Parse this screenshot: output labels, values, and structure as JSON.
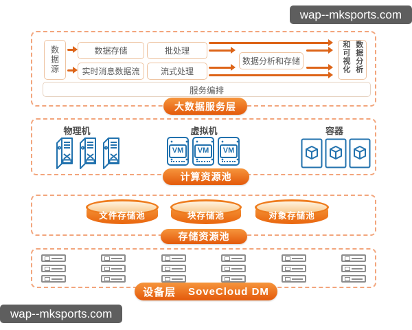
{
  "watermarks": {
    "top": "wap--mksports.com",
    "bottom": "wap--mksports.com"
  },
  "bigdata_layer": {
    "pill": "大数据服务层",
    "data_source": "数据源",
    "box_data_storage": "数据存储",
    "box_batch": "批处理",
    "box_realtime": "实时消息数据流",
    "box_stream": "流式处理",
    "box_analysis_storage": "数据分析和存储",
    "right_box_col1": "数据分析",
    "right_box_col2": "和可视化",
    "orchestration": "服务编排"
  },
  "compute_layer": {
    "pill": "计算资源池",
    "physical_label": "物理机",
    "vm_label": "虚拟机",
    "container_label": "容器",
    "vm_text": "VM"
  },
  "storage_layer": {
    "pill": "存储资源池",
    "pools": [
      "文件存储池",
      "块存储池",
      "对象存储池"
    ]
  },
  "device_layer": {
    "pill_cn": "设备层",
    "pill_en": "SoveCloud DM"
  },
  "colors": {
    "accent_orange": "#e86a16",
    "dashed_border": "#f2a57c",
    "icon_blue": "#2272ae",
    "rack_gray": "#8c8c8c",
    "watermark_bg": "#5e5e5e"
  }
}
